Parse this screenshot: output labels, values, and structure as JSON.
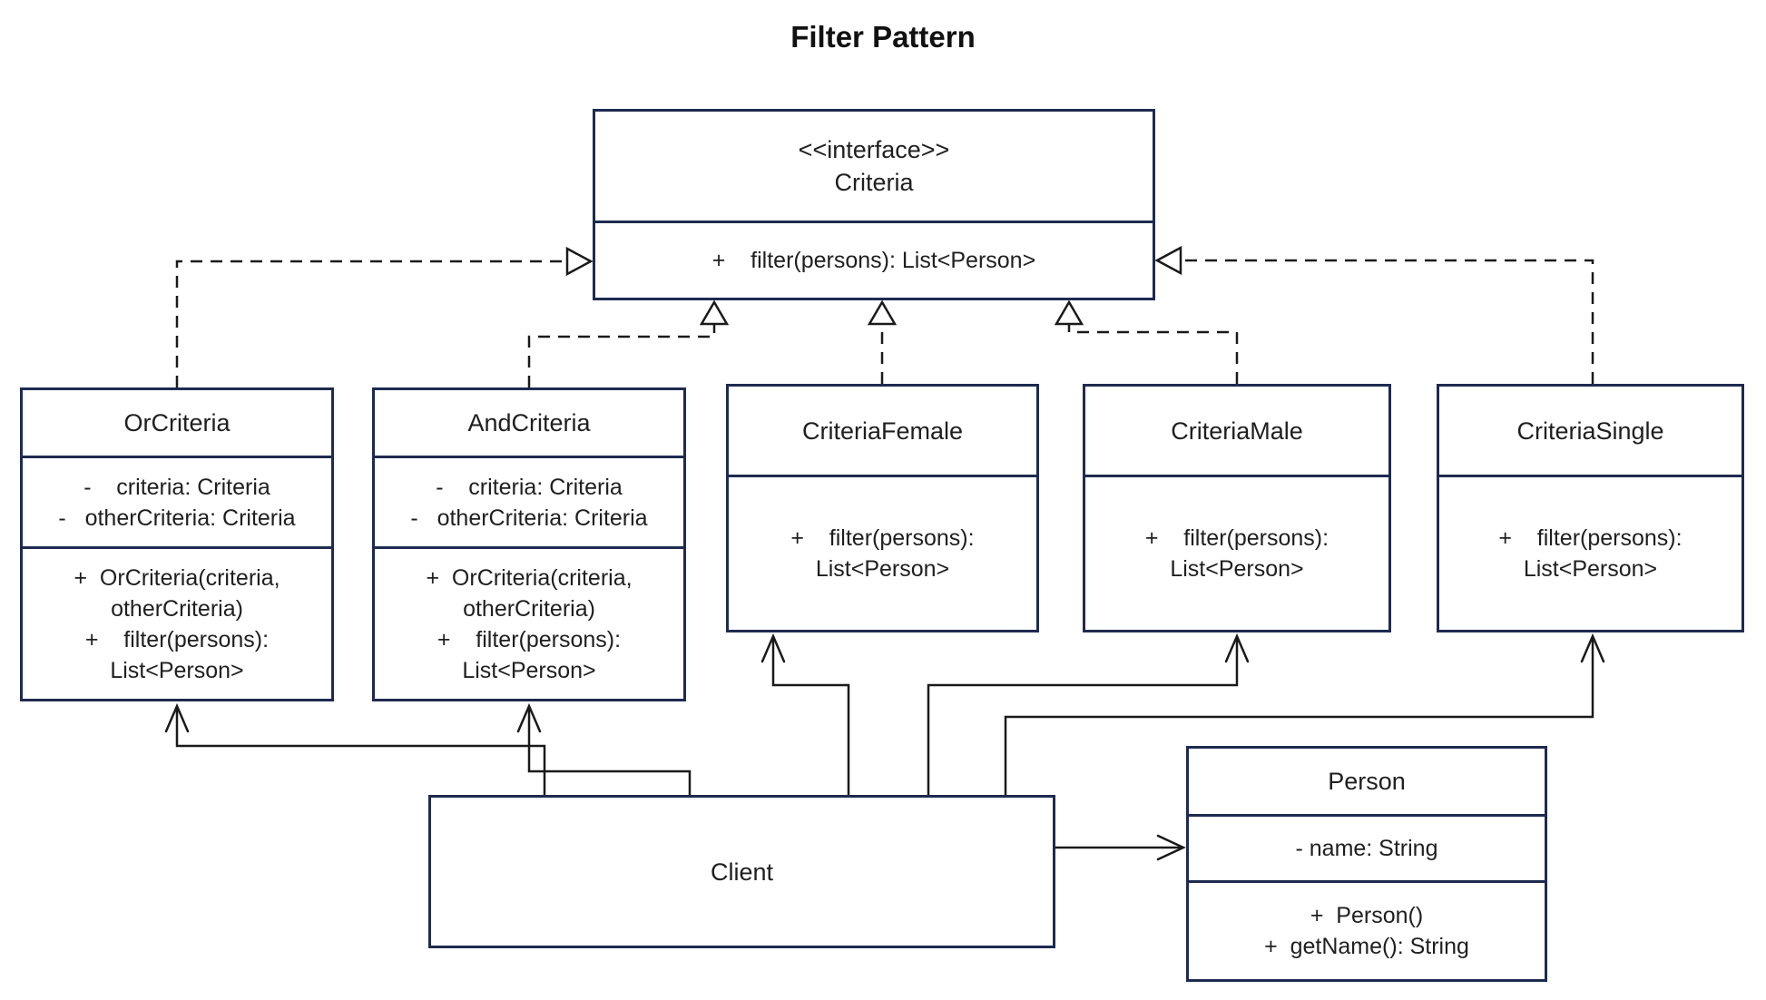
{
  "title": "Filter Pattern",
  "classes": {
    "criteria": {
      "stereotype": "<<interface>>",
      "name": "Criteria",
      "methods": [
        "+    filter(persons): List<Person>"
      ]
    },
    "or": {
      "name": "OrCriteria",
      "attributes": [
        "-    criteria: Criteria",
        "-   otherCriteria: Criteria"
      ],
      "methods": [
        "+  OrCriteria(criteria,",
        "otherCriteria)",
        "+    filter(persons):",
        "List<Person>"
      ]
    },
    "and": {
      "name": "AndCriteria",
      "attributes": [
        "-    criteria: Criteria",
        "-   otherCriteria: Criteria"
      ],
      "methods": [
        "+  OrCriteria(criteria,",
        "otherCriteria)",
        "+    filter(persons):",
        "List<Person>"
      ]
    },
    "female": {
      "name": "CriteriaFemale",
      "methods": [
        "+    filter(persons):",
        "List<Person>"
      ]
    },
    "male": {
      "name": "CriteriaMale",
      "methods": [
        "+    filter(persons):",
        "List<Person>"
      ]
    },
    "single": {
      "name": "CriteriaSingle",
      "methods": [
        "+    filter(persons):",
        "List<Person>"
      ]
    },
    "client": {
      "name": "Client"
    },
    "person": {
      "name": "Person",
      "attributes": [
        "- name: String"
      ],
      "methods": [
        "+  Person()",
        "+  getName(): String"
      ]
    }
  },
  "colors": {
    "border": "#1e2b50",
    "line": "#1a1a1a",
    "background": "#ffffff"
  }
}
